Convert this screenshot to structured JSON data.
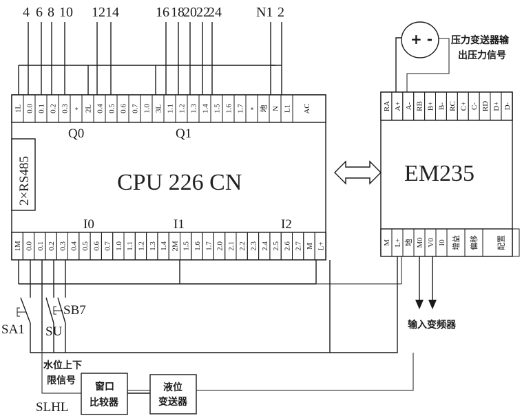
{
  "cpu": {
    "title": "CPU 226 CN",
    "comm_port": "2×RS485",
    "top_terminals": [
      "1L",
      "0.0",
      "0.1",
      "0.2",
      "0.3",
      "∘",
      "2L",
      "0.4",
      "0.5",
      "0.6",
      "0.7",
      "1.0",
      "3L",
      "1.1",
      "1.2",
      "1.3",
      "1.4",
      "1.5",
      "1.6",
      "1.7",
      "∘",
      "地",
      "N",
      "L1"
    ],
    "top_ac_label": "AC",
    "output_groups": [
      "Q0",
      "Q1"
    ],
    "bottom_terminals": [
      "1M",
      "0.0",
      "0.1",
      "0.2",
      "0.3",
      "0.4",
      "0.5",
      "0.6",
      "0.7",
      "1.0",
      "1.1",
      "1.2",
      "1.3",
      "1.4",
      "2M",
      "1.5",
      "1.6",
      "1.7",
      "2.0",
      "2.1",
      "2.2",
      "2.3",
      "2.4",
      "2.5",
      "2.6",
      "2.7",
      "M",
      "L+"
    ],
    "input_groups": [
      "I0",
      "I1",
      "I2"
    ]
  },
  "wire_numbers": {
    "q0": [
      "4",
      "6",
      "8",
      "10",
      "12",
      "14"
    ],
    "q1": [
      "16",
      "18",
      "20",
      "22",
      "24"
    ],
    "power": [
      "N1",
      "2"
    ]
  },
  "em235": {
    "title": "EM235",
    "top_terminals": [
      "RA",
      "A+",
      "A-",
      "RB",
      "B+",
      "B-",
      "RC",
      "C+",
      "C-",
      "RD",
      "D+",
      "D-"
    ],
    "bottom_terminals": [
      "M",
      "L+",
      "地",
      "M0",
      "V0",
      "I0",
      "增益",
      "偏移",
      "配置"
    ]
  },
  "pressure_sensor": {
    "symbol": "+ -",
    "label_line1": "压力变送器输",
    "label_line2": "出压力信号"
  },
  "switches": {
    "sa1": "SA1",
    "sb7": "SB7",
    "su": "SU",
    "slhl": "SLHL"
  },
  "water_level_signal": {
    "line1": "水位上下",
    "line2": "限信号"
  },
  "window_comparator": {
    "line1": "窗口",
    "line2": "比较器"
  },
  "level_transmitter": {
    "line1": "液位",
    "line2": "变送器"
  },
  "inverter_output_label": "输入变频器"
}
